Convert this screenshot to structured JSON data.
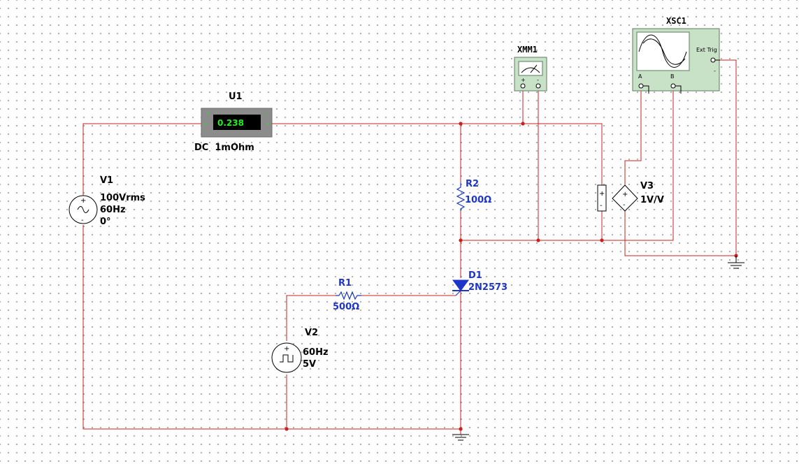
{
  "components": {
    "ammeter": {
      "ref": "U1",
      "reading": "0.238",
      "mode": "DC  1mOhm"
    },
    "multimeter": {
      "ref": "XMM1",
      "plus": "+",
      "minus": "-"
    },
    "oscilloscope": {
      "ref": "XSC1",
      "ext_trig": "Ext Trig",
      "channel_a": "A",
      "channel_b": "B"
    },
    "v1": {
      "ref": "V1",
      "amplitude": "100Vrms",
      "frequency": "60Hz",
      "phase": "0°"
    },
    "v2": {
      "ref": "V2",
      "frequency": "60Hz",
      "amplitude": "5V"
    },
    "v3": {
      "ref": "V3",
      "gain": "1V/V"
    },
    "r1": {
      "ref": "R1",
      "value": "500Ω"
    },
    "r2": {
      "ref": "R2",
      "value": "100Ω"
    },
    "d1": {
      "ref": "D1",
      "model": "2N2573"
    }
  },
  "colors": {
    "wire": "#cc1f1f",
    "component_label": "#1e36c8",
    "instrument_body": "#c8e2c8",
    "ammeter_body": "#8c8c8c"
  }
}
